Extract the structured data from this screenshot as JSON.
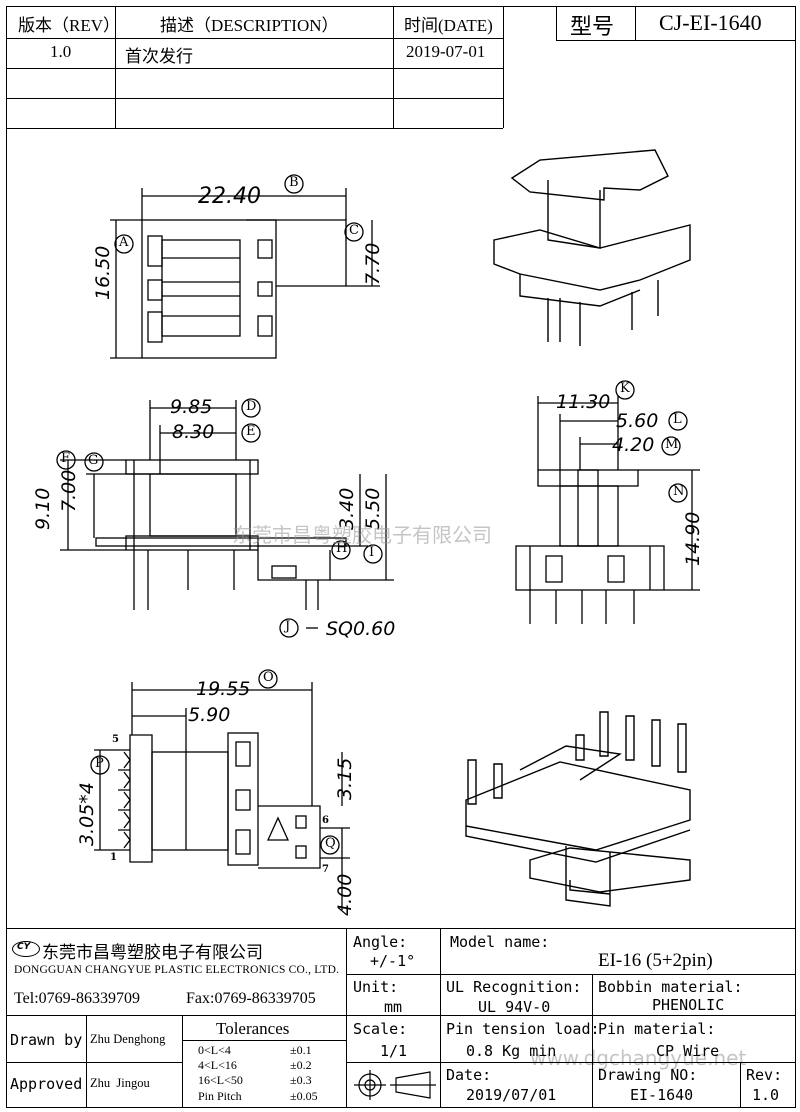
{
  "revision_table": {
    "headers": {
      "rev": "版本（REV）",
      "desc": "描述（DESCRIPTION）",
      "date": "时间(DATE)"
    },
    "rows": [
      {
        "rev": "1.0",
        "desc": "首次发行",
        "date": "2019-07-01"
      },
      {
        "rev": "",
        "desc": "",
        "date": ""
      },
      {
        "rev": "",
        "desc": "",
        "date": ""
      },
      {
        "rev": "",
        "desc": "",
        "date": ""
      }
    ]
  },
  "model_box": {
    "label": "型号",
    "value": "CJ-EI-1640"
  },
  "dimensions": {
    "top_view": {
      "width": "22.40",
      "height": "16.50",
      "right": "7.70",
      "tags": [
        "A",
        "B",
        "C"
      ]
    },
    "front_view": {
      "d": "9.85",
      "e": "8.30",
      "f": "9.10",
      "g": "7.00",
      "h": "3.40",
      "i": "5.50",
      "pin": "SQ0.60",
      "tags": [
        "D",
        "E",
        "F",
        "G",
        "H",
        "I",
        "J"
      ]
    },
    "side_view": {
      "k": "11.30",
      "l": "5.60",
      "m": "4.20",
      "n": "14.90",
      "tags": [
        "K",
        "L",
        "M",
        "N"
      ]
    },
    "bottom_view": {
      "o": "19.55",
      "p_offset": "5.90",
      "pitch": "3.05*4",
      "q_top": "3.15",
      "q_bottom": "4.00",
      "tags": [
        "O",
        "P",
        "Q"
      ],
      "pin_numbers": [
        "5",
        "1",
        "6",
        "7"
      ]
    }
  },
  "watermark": {
    "cn": "东莞市昌粤塑胶电子有限公司",
    "url": "www.dgchangyue.net"
  },
  "company": {
    "name_cn": "东莞市昌粤塑胶电子有限公司",
    "name_en": "DONGGUAN CHANGYUE PLASTIC ELECTRONICS CO., LTD.",
    "tel": "Tel:0769-86339709",
    "fax": "Fax:0769-86339705",
    "logo_text": "CY"
  },
  "title_block": {
    "angle_label": "Angle:",
    "angle_value": "+/-1°",
    "unit_label": "Unit:",
    "unit_value": "mm",
    "scale_label": "Scale:",
    "scale_value": "1/1",
    "model_label": "Model name:",
    "model_value": "EI-16  (5+2pin)",
    "ul_label": "UL Recognition:",
    "ul_value": "UL 94V-0",
    "bobbin_label": "Bobbin material:",
    "bobbin_value": "PHENOLIC",
    "tension_label": "Pin tension load:",
    "tension_value": "0.8 Kg min",
    "pinmat_label": "Pin material:",
    "pinmat_value": "CP Wire",
    "date_label": "Date:",
    "date_value": "2019/07/01",
    "drawing_label": "Drawing NO:",
    "drawing_value": "EI-1640",
    "rev_label": "Rev:",
    "rev_value": "1.0",
    "drawn_label": "Drawn by",
    "drawn_value": "Zhu Denghong",
    "approved_label": "Approved",
    "approved_value": "Zhu  Jingou"
  },
  "tolerances": {
    "title": "Tolerances",
    "rows": [
      {
        "range": "0<L<4",
        "value": "±0.1"
      },
      {
        "range": "4<L<16",
        "value": "±0.2"
      },
      {
        "range": "16<L<50",
        "value": "±0.3"
      },
      {
        "range": "Pin Pitch",
        "value": "±0.05"
      }
    ]
  }
}
